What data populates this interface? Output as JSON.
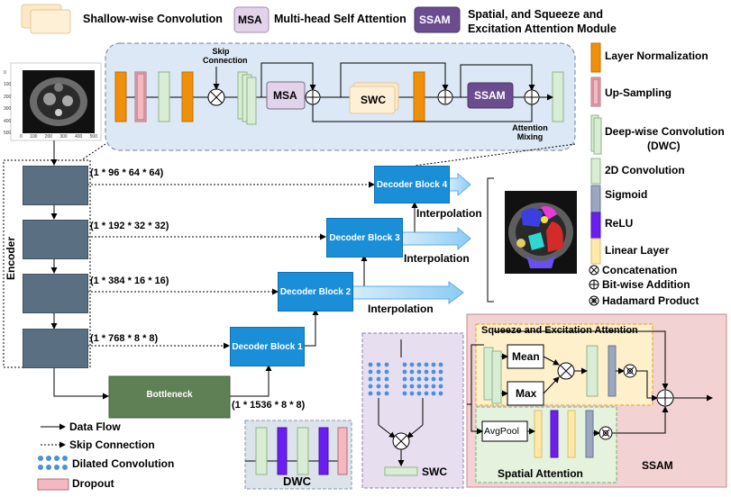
{
  "top_legend": {
    "shallow": "Shallow-wise Convolution",
    "msa_tag": "MSA",
    "msa": "Multi-head Self Attention",
    "ssam_tag": "SSAM",
    "ssam_line1": "Spatial,  and  Squeeze  and",
    "ssam_line2": "Excitation Attention Module"
  },
  "block": {
    "skip_line1": "Skip",
    "skip_line2": "Connection",
    "msa": "MSA",
    "swc": "SWC",
    "ssam": "SSAM",
    "attn_line1": "Attention",
    "attn_line2": "Mixing"
  },
  "right_legend": {
    "layer_norm": "Layer Normalization",
    "upsampling": "Up-Sampling",
    "dwc_line1": "Deep-wise Convolution",
    "dwc_line2": "(DWC)",
    "conv2d": "2D Convolution",
    "sigmoid": "Sigmoid",
    "relu": "ReLU",
    "linear": "Linear Layer",
    "concat": "Concatenation",
    "add": "Bit-wise Addition",
    "hadamard": "Hadamard Product"
  },
  "encoder": {
    "label": "Encoder",
    "dims": [
      "(1 * 96 * 64 * 64)",
      "(1 * 192 * 32 * 32)",
      "(1 * 384 * 16 * 16)",
      "(1 * 768 * 8 * 8)"
    ]
  },
  "decoder": {
    "blocks": [
      "Decoder Block 4",
      "Decoder Block 3",
      "Decoder Block 2",
      "Decoder Block 1"
    ],
    "interpolation": "Interpolation"
  },
  "bottleneck": {
    "label": "Bottleneck",
    "dim": "(1 * 1536 * 8 * 8)"
  },
  "bottom_legend": {
    "data_flow": "Data Flow",
    "skip": "Skip Connection",
    "dilated": "Dilated Convolution",
    "dropout": "Dropout"
  },
  "modules": {
    "dwc": "DWC",
    "swc": "SWC",
    "se_title": "Squeeze and Excitation Attention",
    "mean": "Mean",
    "max": "Max",
    "avgpool": "AvgPool",
    "spatial": "Spatial Attention",
    "ssam": "SSAM"
  },
  "ct_axis": {
    "y_ticks": [
      "0",
      "100",
      "200",
      "300",
      "400",
      "500"
    ],
    "x_ticks": [
      "0",
      "100",
      "200",
      "300",
      "400",
      "500"
    ]
  },
  "colors": {
    "layer_norm": "#f0900a",
    "upsampling": "#f4b8c0",
    "dwc": "#d9ecd4",
    "sigmoid": "#9aa7bf",
    "relu": "#6a1ff0",
    "linear": "#ffe9a8",
    "decoder": "#1a8fd8",
    "encoder": "#5a6f82",
    "bottleneck": "#5f7f55",
    "ssam": "#6b4d8f",
    "msa": "#e3d3ea",
    "block_bg": "#dce8f6"
  }
}
